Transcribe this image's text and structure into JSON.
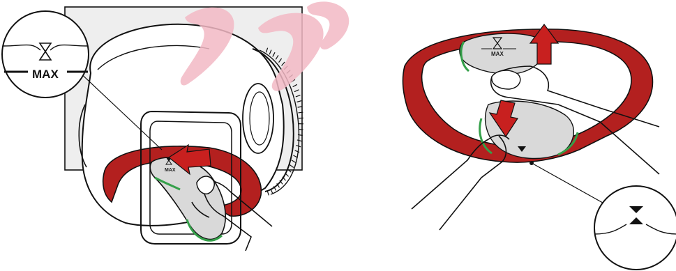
{
  "diagram": {
    "left_callout": {
      "label": "MAX"
    },
    "left_panel": {
      "mark_label": "MAX"
    },
    "right_panel": {
      "mark_label": "MAX"
    }
  },
  "colors": {
    "seal_red": "#b3201f",
    "gasket_green": "#35a04a",
    "tray_grey": "#d9d9d9",
    "watermark": "#f2b8c4",
    "outline": "#111111"
  },
  "icons": {
    "arrow_left": "arrow-left-icon",
    "arrow_down": "arrow-down-icon",
    "arrow_up": "arrow-up-icon",
    "triangle_marker": "triangle-marker-icon"
  }
}
